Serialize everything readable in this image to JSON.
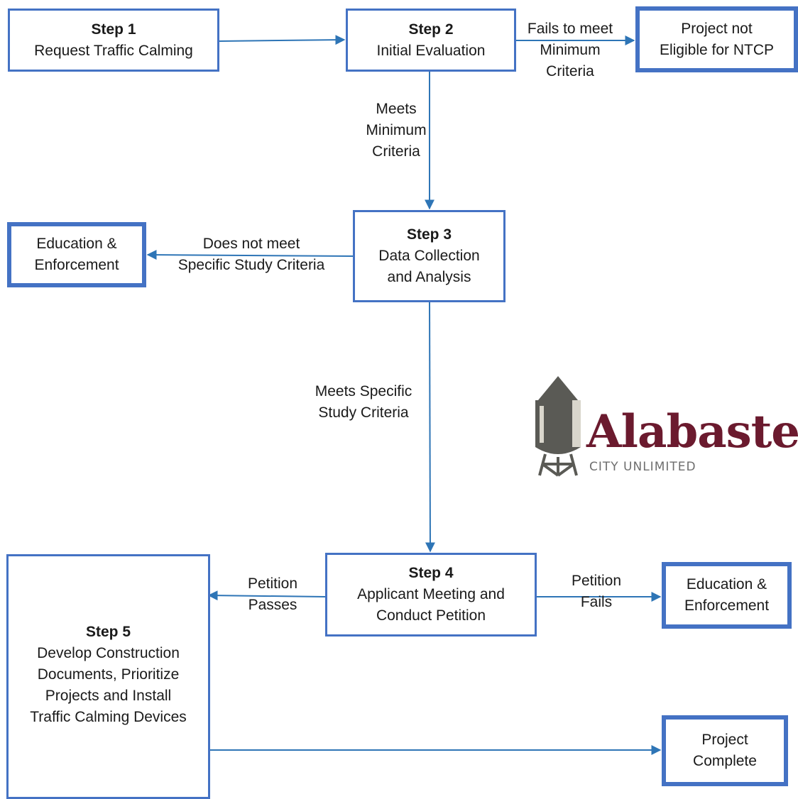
{
  "steps": {
    "step1": {
      "head": "Step 1",
      "lines": [
        "Request Traffic Calming"
      ]
    },
    "step2": {
      "head": "Step 2",
      "lines": [
        "Initial Evaluation"
      ]
    },
    "step3": {
      "head": "Step 3",
      "lines": [
        "Data Collection",
        "and Analysis"
      ]
    },
    "step4": {
      "head": "Step 4",
      "lines": [
        "Applicant Meeting and",
        "Conduct Petition"
      ]
    },
    "step5": {
      "head": "Step 5",
      "lines": [
        "Develop Construction",
        "Documents, Prioritize",
        "Projects and Install",
        "Traffic Calming Devices"
      ]
    }
  },
  "outcomes": {
    "not_eligible": [
      "Project not",
      "Eligible for NTCP"
    ],
    "education_1": [
      "Education &",
      "Enforcement"
    ],
    "education_2": [
      "Education &",
      "Enforcement"
    ],
    "complete": [
      "Project",
      "Complete"
    ]
  },
  "edge_labels": {
    "fails_min": [
      "Fails to meet",
      "Minimum",
      "Criteria"
    ],
    "meets_min": [
      "Meets",
      "Minimum",
      "Criteria"
    ],
    "not_specific": [
      "Does not meet",
      "Specific Study Criteria"
    ],
    "meets_specific": [
      "Meets Specific",
      "Study Criteria"
    ],
    "petition_passes": [
      "Petition",
      "Passes"
    ],
    "petition_fails": [
      "Petition",
      "Fails"
    ]
  },
  "logo": {
    "name": "Alabaster",
    "tagline": "CITY UNLIMITED"
  },
  "colors": {
    "box_border": "#4472c4",
    "arrow": "#2e75b6",
    "logo_text": "#6b1a2e",
    "logo_tower": "#5a5a55"
  }
}
